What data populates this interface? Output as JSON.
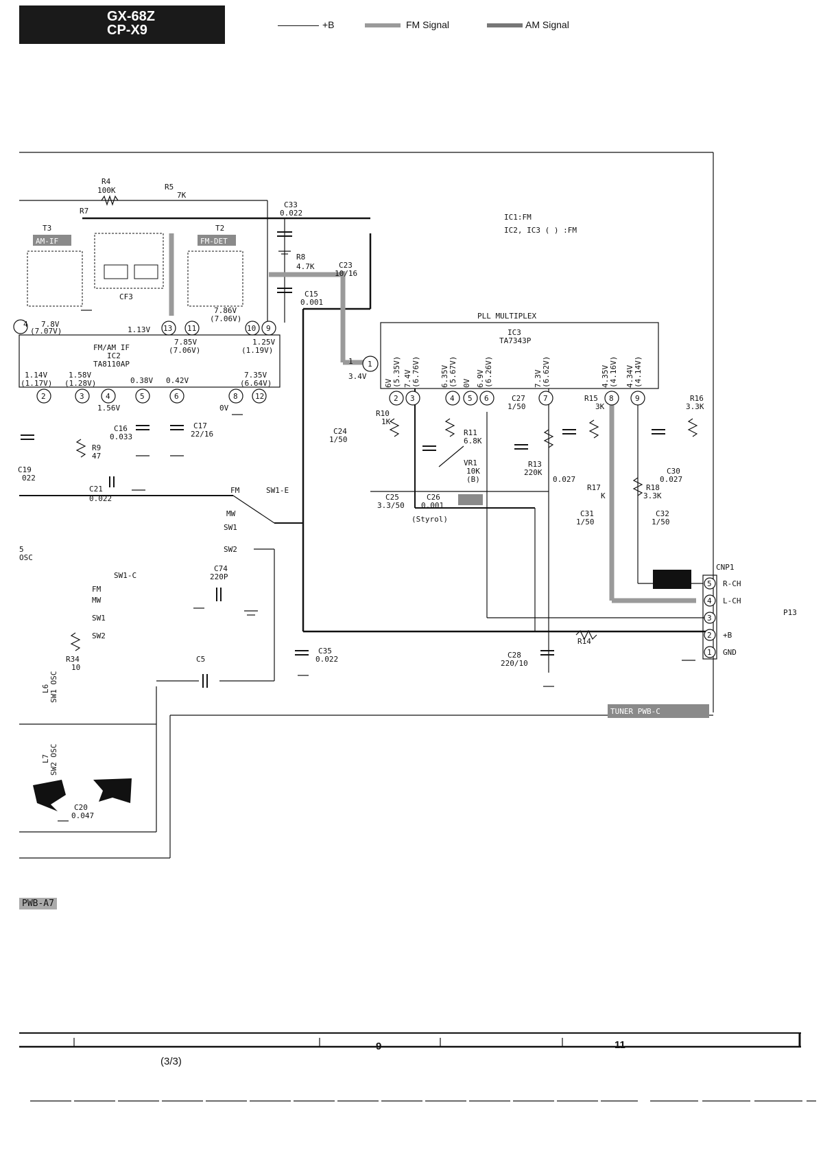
{
  "header": {
    "model_line1": "GX-68Z",
    "model_line2": "CP-X9"
  },
  "legend": {
    "plus_b": "+B",
    "fm_signal": "FM Signal",
    "am_signal": "AM Signal"
  },
  "notes": {
    "ic1": "IC1:FM",
    "ic2_ic3": "IC2, IC3 ( ) :FM"
  },
  "ic2": {
    "title": "FM/AM IF",
    "ref": "IC2",
    "part": "TA8110AP"
  },
  "ic3": {
    "title": "PLL MULTIPLEX",
    "ref": "IC3",
    "part": "TA7343P"
  },
  "coils": {
    "t3": "T3",
    "t3_tag": "AM-IF",
    "t2": "T2",
    "t2_tag": "FM-DET",
    "cf3": "CF3",
    "l5": "5",
    "l5_osc": "OSC",
    "l6": "L6",
    "l6_osc": "SW1 OSC",
    "l7": "L7",
    "l7_osc": "SW2 OSC"
  },
  "components": {
    "r4": "R4",
    "r4_val": "100K",
    "r5": "R5",
    "r5_val": "7K",
    "r7": "R7",
    "c33": "C33",
    "c33_val": "0.022",
    "r8": "R8",
    "r8_val": "4.7K",
    "c23": "C23",
    "c23_val": "10/16",
    "c15": "C15",
    "c15_val": "0.001",
    "c16": "C16",
    "c16_val": "0.033",
    "c17": "C17",
    "c17_val": "22/16",
    "r9": "R9",
    "r9_val": "47",
    "c19": "C19",
    "c19_val": "022",
    "c21": "C21",
    "c21_val": "0.022",
    "c24": "C24",
    "c24_val": "1/50",
    "r10": "R10",
    "r10_val": "1K",
    "r11": "R11",
    "r11_val": "6.8K",
    "vr1": "VR1",
    "vr1_val": "10K",
    "vr1_b": "(B)",
    "c25": "C25",
    "c25_val": "3.3/50",
    "c26": "C26",
    "c26_val": "0.001",
    "styrol": "(Styrol)",
    "c27": "C27",
    "c27_val": "1/50",
    "r13": "R13",
    "r13_val": "220K",
    "r15": "R15",
    "r15_val": "3K",
    "r16": "R16",
    "r16_val": "3.3K",
    "c_027": "0.027",
    "c30": "C30",
    "c30_val": "0.027",
    "r17": "R17",
    "r17_val": "K",
    "r18": "R18",
    "r18_val": "3.3K",
    "c31": "C31",
    "c31_val": "1/50",
    "c32": "C32",
    "c32_val": "1/50",
    "c74": "C74",
    "c74_val": "220P",
    "c35": "C35",
    "c35_val": "0.022",
    "c5": "C5",
    "r34": "R34",
    "r34_val": "10",
    "c28": "C28",
    "c28_val": "220/10",
    "r14": "R14",
    "c20": "C20",
    "c20_val": "0.047"
  },
  "switches": {
    "sw1e": "SW1-E",
    "sw1c": "SW1-C",
    "fm": "FM",
    "mw": "MW",
    "sw1": "SW1",
    "sw2": "SW2"
  },
  "voltages": {
    "p14": "7.8V",
    "p14b": "(7.07V)",
    "p13": "1.13V",
    "p11": "7.86V",
    "p11b": "(7.06V)",
    "p11c": "7.85V",
    "p11d": "(7.06V)",
    "p9": "1.25V",
    "p9b": "(1.19V)",
    "p1": "1.14V",
    "p1b": "(1.17V)",
    "p3": "1.58V",
    "p3b": "(1.28V)",
    "p5": "0.38V",
    "p6": "0.42V",
    "p12": "7.35V",
    "p12b": "(6.64V)",
    "p4": "1.56V",
    "p8": "0V",
    "ic3_in": "3.4V",
    "ic3_p2": "6V",
    "ic3_p2b": "(5.35V)",
    "ic3_p3": "7.4V",
    "ic3_p3b": "(6.76V)",
    "ic3_p4": "6.35V",
    "ic3_p4b": "(5.67V)",
    "ic3_p5": "0V",
    "ic3_p6": "6.9V",
    "ic3_p6b": "(6.26V)",
    "ic3_p7": "7.3V",
    "ic3_p7b": "(6.62V)",
    "ic3_p8": "4.35V",
    "ic3_p8b": "(4.16V)",
    "ic3_p9": "4.34V",
    "ic3_p9b": "(4.14V)"
  },
  "connector": {
    "name": "CNP1",
    "p5": "R-CH",
    "p4": "L-CH",
    "p2": "+B",
    "p1": "GND"
  },
  "pins": {
    "one": "1",
    "two": "2",
    "three": "3",
    "four": "4",
    "five": "5",
    "six": "6",
    "seven": "7",
    "eight": "8",
    "nine": "9",
    "ten": "10",
    "eleven": "11",
    "twelve": "12",
    "thirteen": "13",
    "fourteen": "4"
  },
  "boards": {
    "tuner": "TUNER PWB-C",
    "pwb_a7": "PWB-A7",
    "pwb_c": "PWB-C",
    "p13": "P13"
  },
  "footer": {
    "sheet": "(3/3)",
    "col9": "9",
    "col11": "11"
  },
  "colors": {
    "ink": "#111111",
    "signal_gray": "#9a9a9a",
    "tag_gray": "#8a8a8a"
  }
}
